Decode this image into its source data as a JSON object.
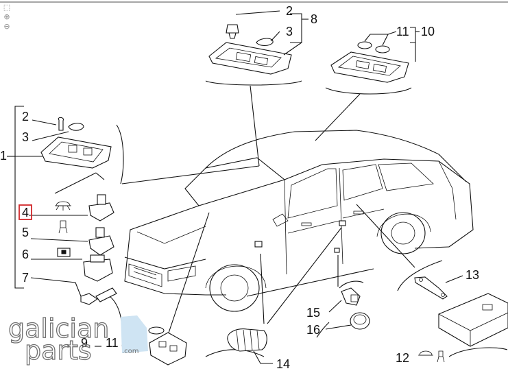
{
  "toolbar": {
    "fit_icon": "fit-page-icon",
    "zoom_in_icon": "zoom-in-icon",
    "zoom_out_icon": "zoom-out-icon"
  },
  "callouts": {
    "c2_top": "2",
    "c3_top": "3",
    "c8": "8",
    "c11_top": "11",
    "c10": "10",
    "c1": "1",
    "c2_left": "2",
    "c3_left": "3",
    "c4": "4",
    "c5": "5",
    "c6": "6",
    "c7": "7",
    "c13": "13",
    "c15": "15",
    "c16": "16",
    "c14": "14",
    "c12": "12",
    "c9": "9",
    "c11_bottom": "11"
  },
  "highlight": {
    "part": "4",
    "color": "#d2272a"
  },
  "watermark": {
    "line1": "galician",
    "line2": "parts",
    "suffix": ".com"
  }
}
